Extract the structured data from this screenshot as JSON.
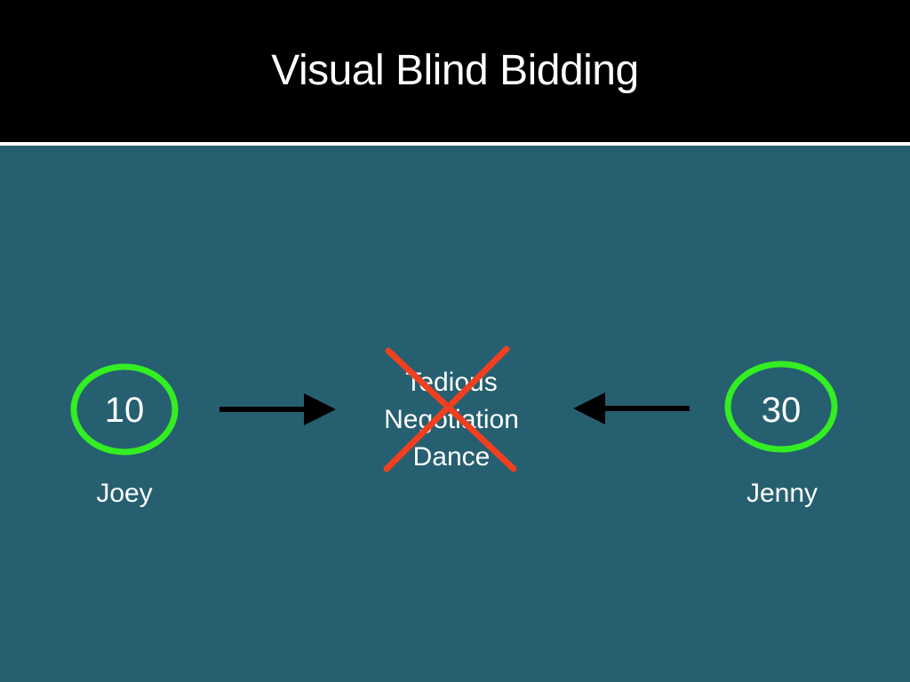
{
  "slide": {
    "title": "Visual Blind Bidding"
  },
  "left_party": {
    "name": "Joey",
    "bid": "10"
  },
  "right_party": {
    "name": "Jenny",
    "bid": "30"
  },
  "center": {
    "lines": [
      "Tedious",
      "Negotiation",
      "Dance"
    ],
    "crossed_out": true
  },
  "colors": {
    "background": "#265f70",
    "title_bar": "#000000",
    "circle": "#33ee22",
    "cross": "#f0401f",
    "arrow": "#000000",
    "text": "#ffffff"
  }
}
